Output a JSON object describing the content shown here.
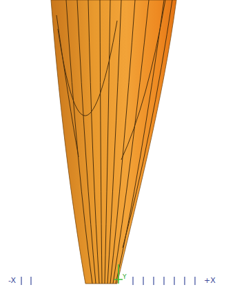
{
  "diagram": {
    "labels": [
      "-X",
      "+X",
      "Y"
    ]
  }
}
